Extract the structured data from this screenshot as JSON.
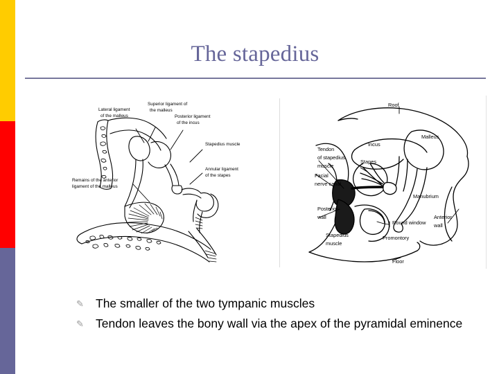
{
  "slide": {
    "title": "The stapedius",
    "accent_colors": {
      "title_purple": "#666699",
      "rule_purple": "#76769c",
      "bar_yellow": "#FFCC00",
      "bar_red": "#FF0000",
      "bar_purple": "#666699"
    }
  },
  "figures": {
    "left": {
      "name": "middle-ear-ossicles-ligaments-diagram",
      "labels": [
        {
          "text_line1": "Lateral ligament",
          "text_line2": "of  the malleus"
        },
        {
          "text_line1": "Superior ligament of",
          "text_line2": "the malleus"
        },
        {
          "text_line1": "Posterior ligament",
          "text_line2": "of the incus"
        },
        {
          "text_line1": "Stapedius muscle",
          "text_line2": ""
        },
        {
          "text_line1": "Annular ligament",
          "text_line2": "of the stapes"
        },
        {
          "text_line1": "Remains of the anterior",
          "text_line2": "ligament of the malleus"
        }
      ]
    },
    "right": {
      "name": "tympanic-cavity-medial-wall-diagram",
      "labels": [
        {
          "text_line1": "Roof",
          "text_line2": ""
        },
        {
          "text_line1": "Incus",
          "text_line2": ""
        },
        {
          "text_line1": "Malleus",
          "text_line2": ""
        },
        {
          "text_line1": "Tendon",
          "text_line2": "of stapedius",
          "text_line3": "muscle"
        },
        {
          "text_line1": "Stapes",
          "text_line2": ""
        },
        {
          "text_line1": "Facial",
          "text_line2": "nerve canal"
        },
        {
          "text_line1": "Manubrium",
          "text_line2": ""
        },
        {
          "text_line1": "Posterior",
          "text_line2": "wall"
        },
        {
          "text_line1": "Round window",
          "text_line2": ""
        },
        {
          "text_line1": "Anterior",
          "text_line2": "wall"
        },
        {
          "text_line1": "Stapedius",
          "text_line2": "muscle"
        },
        {
          "text_line1": "Promontory",
          "text_line2": ""
        },
        {
          "text_line1": "Floor",
          "text_line2": ""
        }
      ]
    }
  },
  "body": {
    "bullet_glyph": "✎",
    "bullets": [
      "The smaller of the two tympanic muscles",
      "Tendon leaves the bony wall via the apex of the pyramidal eminence"
    ]
  }
}
